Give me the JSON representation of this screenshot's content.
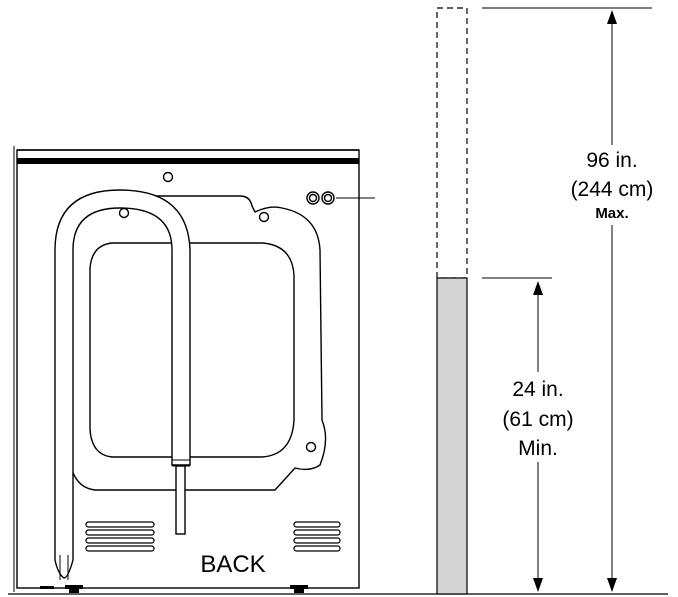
{
  "washer": {
    "back_label": "BACK"
  },
  "max_height": {
    "line1": "96 in.",
    "line2": "(244 cm)",
    "line3": "Max."
  },
  "min_height": {
    "line1": "24 in.",
    "line2": "(61 cm)",
    "line3": "Min."
  },
  "colors": {
    "standpipe_fill": "#d4d4d4",
    "outline": "#000000",
    "background": "#ffffff"
  }
}
